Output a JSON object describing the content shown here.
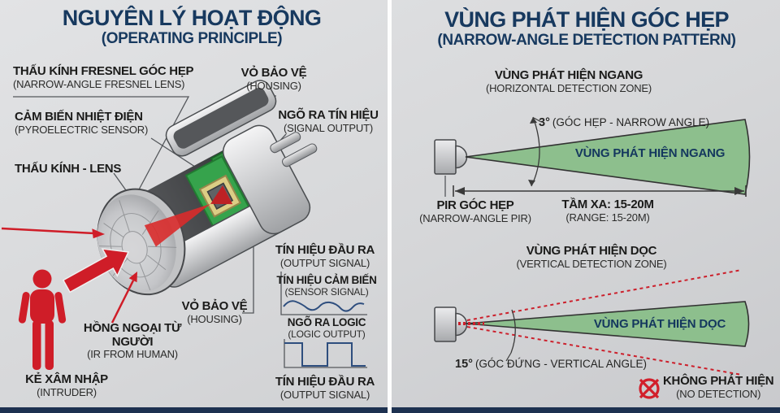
{
  "colors": {
    "title_navy": "#17395f",
    "accent_red": "#cf1d28",
    "zone_green": "#8dbf8d",
    "pcb_green": "#2e8f3e",
    "bottom_bar_navy": "#1d3150"
  },
  "left": {
    "title": "NGUYÊN LÝ HOẠT ĐỘNG",
    "subtitle": "(OPERATING PRINCIPLE)",
    "fresnel": {
      "vi": "THẤU KÍNH FRESNEL GÓC HẸP",
      "en": "(NARROW-ANGLE FRESNEL LENS)"
    },
    "housing_top": {
      "vi": "VỎ BẢO VỆ",
      "en": "(HOUSING)"
    },
    "pyro": {
      "vi": "CẢM BIẾN NHIỆT ĐIỆN",
      "en": "(PYROELECTRIC SENSOR)"
    },
    "lens": {
      "vi": "THẤU KÍNH - LENS"
    },
    "signal_output": {
      "vi": "NGÕ RA TÍN HIỆU",
      "en": "(SIGNAL OUTPUT)"
    },
    "housing_bottom": {
      "vi": "VỎ BẢO VỆ",
      "en": "(HOUSING)"
    },
    "ir_from_human": {
      "vi": "HỒNG NGOẠI TỪ NGƯỜI",
      "en": "(IR FROM HUMAN)"
    },
    "intruder": {
      "vi": "KẺ XÂM NHẬP",
      "en": "(INTRUDER)"
    },
    "graphs": {
      "output_top": {
        "vi": "TÍN HIỆU ĐẦU RA",
        "en": "(OUTPUT SIGNAL)"
      },
      "sensor_signal": {
        "vi": "TÍN HIỆU CẢM BIẾN",
        "en": "(SENSOR SIGNAL)"
      },
      "logic_output": {
        "vi": "NGÕ RA LOGIC",
        "en": "(LOGIC OUTPUT)"
      },
      "output_bottom": {
        "vi": "TÍN HIỆU ĐẦU RA",
        "en": "(OUTPUT SIGNAL)"
      }
    }
  },
  "right": {
    "title": "VÙNG PHÁT HIỆN GÓC HẸP",
    "subtitle": "(NARROW-ANGLE DETECTION PATTERN)",
    "horizontal": {
      "heading": {
        "vi": "VÙNG PHÁT HIỆN NGANG",
        "en": "(HORIZONTAL DETECTION ZONE)"
      },
      "angle_value": "3°",
      "angle_text": "(GÓC HẸP - NARROW ANGLE)",
      "zone_label": "VÙNG PHÁT HIỆN NGANG",
      "pir": {
        "vi": "PIR GÓC HẸP",
        "en": "(NARROW-ANGLE PIR)"
      },
      "range": {
        "vi": "TẦM XA: 15-20M",
        "en": "(RANGE: 15-20M)"
      }
    },
    "vertical": {
      "heading": {
        "vi": "VÙNG PHÁT HIỆN DỌC",
        "en": "(VERTICAL DETECTION ZONE)"
      },
      "angle_value": "15°",
      "angle_text": "(GÓC ĐỨNG - VERTICAL ANGLE)",
      "zone_label": "VÙNG PHÁT HIỆN DỌC",
      "no_detection": {
        "vi": "KHÔNG PHÁT HIỆN",
        "en": "(NO DETECTION)"
      }
    }
  }
}
